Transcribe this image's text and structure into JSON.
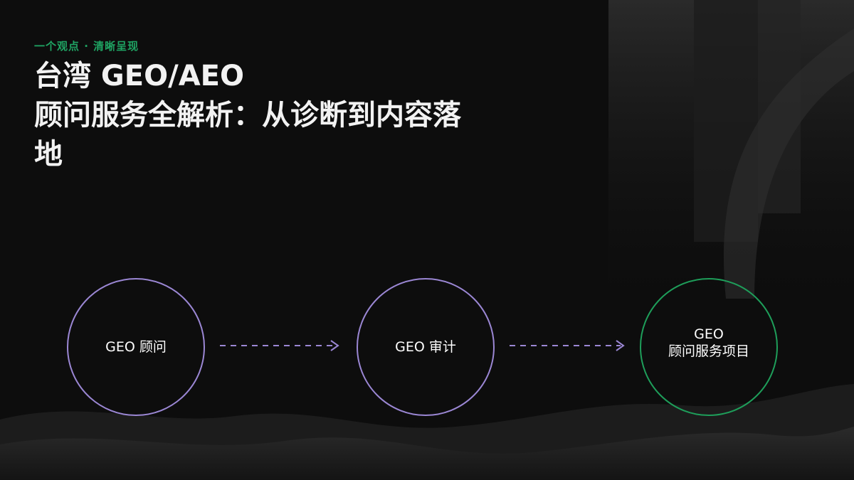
{
  "header": {
    "eyebrow": "一个观点 · 清晰呈现",
    "title_lines": [
      "台湾 GEO/AEO",
      "顾问服务全解析：从诊断到内容落",
      "地"
    ]
  },
  "flow": {
    "nodes": [
      {
        "lines": [
          "GEO 顾问"
        ],
        "color": "#9b87d4"
      },
      {
        "lines": [
          "GEO 审计"
        ],
        "color": "#9b87d4"
      },
      {
        "lines": [
          "GEO",
          "顾问服务项目"
        ],
        "color": "#1e9e5a"
      }
    ],
    "arrow_color": "#9b87d4"
  },
  "colors": {
    "background": "#0d0d0d",
    "accent_green": "#1fa463",
    "title": "#f2f2f2"
  }
}
